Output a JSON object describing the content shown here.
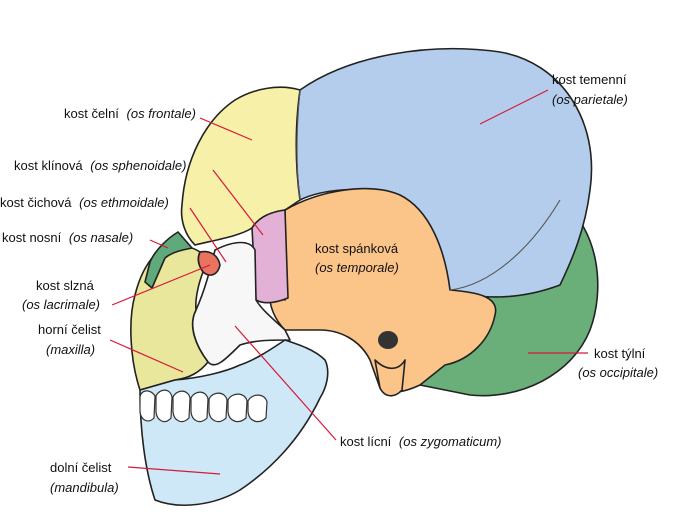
{
  "diagram": {
    "colors": {
      "frontal": "#f6f0a8",
      "parietal": "#b4cdec",
      "temporal": "#fbc489",
      "occipital": "#6aae7a",
      "sphenoid": "#e4b1d6",
      "zygomatic": "#f7f7f7",
      "maxilla": "#e9e79b",
      "mandible": "#cfe8f7",
      "nasal": "#5fa97a",
      "lacrimal": "#e8735e",
      "leader": "#d8193a"
    },
    "labels": {
      "frontal": {
        "name": "kost čelní",
        "latin": "(os frontale)"
      },
      "sphenoid": {
        "name": "kost klínová",
        "latin": "(os sphenoidale)"
      },
      "ethmoid": {
        "name": "kost čichová",
        "latin": "(os ethmoidale)"
      },
      "nasal": {
        "name": "kost nosní",
        "latin": "(os nasale)"
      },
      "lacrimal": {
        "name": "kost slzná",
        "latin": "(os lacrimale)"
      },
      "maxilla": {
        "name": "horní čelist",
        "latin": "(maxilla)"
      },
      "mandible": {
        "name": "dolní čelist",
        "latin": "(mandibula)"
      },
      "parietal": {
        "name": "kost temenní",
        "latin": "(os parietale)"
      },
      "temporal": {
        "name": "kost spánková",
        "latin": "(os temporale)"
      },
      "occipital": {
        "name": "kost týlní",
        "latin": "(os occipitale)"
      },
      "zygomatic": {
        "name": "kost lícní",
        "latin": "(os zygomaticum)"
      }
    }
  }
}
